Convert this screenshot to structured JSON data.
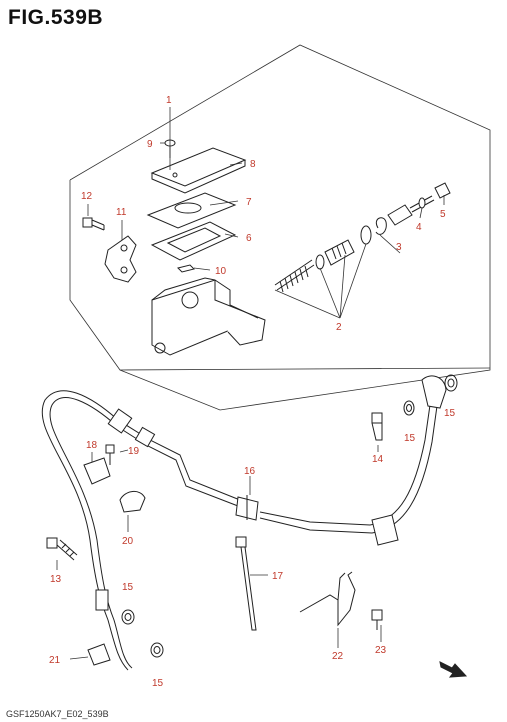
{
  "figure": {
    "title": "FIG.539B",
    "footer_code": "GSF1250AK7_E02_539B"
  },
  "callouts": [
    {
      "id": "c1",
      "label": "1"
    },
    {
      "id": "c2",
      "label": "2"
    },
    {
      "id": "c3",
      "label": "3"
    },
    {
      "id": "c4",
      "label": "4"
    },
    {
      "id": "c5",
      "label": "5"
    },
    {
      "id": "c6",
      "label": "6"
    },
    {
      "id": "c7",
      "label": "7"
    },
    {
      "id": "c8",
      "label": "8"
    },
    {
      "id": "c9",
      "label": "9"
    },
    {
      "id": "c10",
      "label": "10"
    },
    {
      "id": "c11",
      "label": "11"
    },
    {
      "id": "c12",
      "label": "12"
    },
    {
      "id": "c13",
      "label": "13"
    },
    {
      "id": "c14",
      "label": "14"
    },
    {
      "id": "c15a",
      "label": "15"
    },
    {
      "id": "c15b",
      "label": "15"
    },
    {
      "id": "c15c",
      "label": "15"
    },
    {
      "id": "c15d",
      "label": "15"
    },
    {
      "id": "c16",
      "label": "16"
    },
    {
      "id": "c17",
      "label": "17"
    },
    {
      "id": "c18",
      "label": "18"
    },
    {
      "id": "c19",
      "label": "19"
    },
    {
      "id": "c20",
      "label": "20"
    },
    {
      "id": "c21",
      "label": "21"
    },
    {
      "id": "c22",
      "label": "22"
    },
    {
      "id": "c23",
      "label": "23"
    }
  ],
  "colors": {
    "callout": "#c0392b",
    "line": "#222222",
    "background": "#ffffff"
  },
  "icons": {
    "direction_arrow": "front-direction-arrow-icon"
  }
}
